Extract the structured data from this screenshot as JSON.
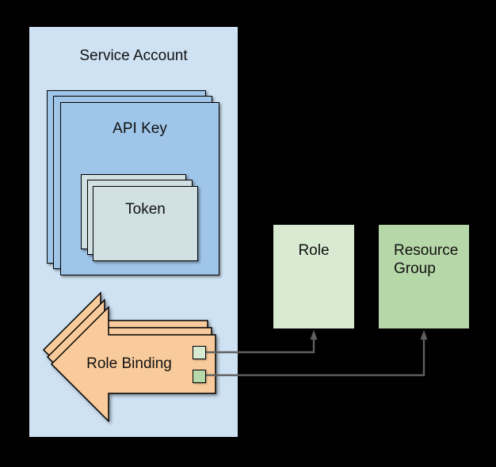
{
  "diagram": {
    "background_color": "#000000",
    "border_color": "#000000",
    "connector_color": "#5f5f5f",
    "service_account": {
      "label": "Service Account",
      "fill": "#cfe2f3"
    },
    "api_key": {
      "label": "API Key",
      "fill": "#9fc5e8",
      "stack_count": 3
    },
    "token": {
      "label": "Token",
      "fill": "#d0e0e3",
      "stack_count": 3
    },
    "role_binding": {
      "label": "Role Binding",
      "fill": "#f9cb9c",
      "stack_count": 3
    },
    "role": {
      "label": "Role",
      "fill": "#d9ead3"
    },
    "resource_group": {
      "label": "Resource Group",
      "fill": "#b6d7a8"
    },
    "ports": [
      {
        "name": "role-port",
        "fill": "#d9ead3",
        "connects_to": "Role"
      },
      {
        "name": "resource-group-port",
        "fill": "#b6d7a8",
        "connects_to": "Resource Group"
      }
    ]
  }
}
